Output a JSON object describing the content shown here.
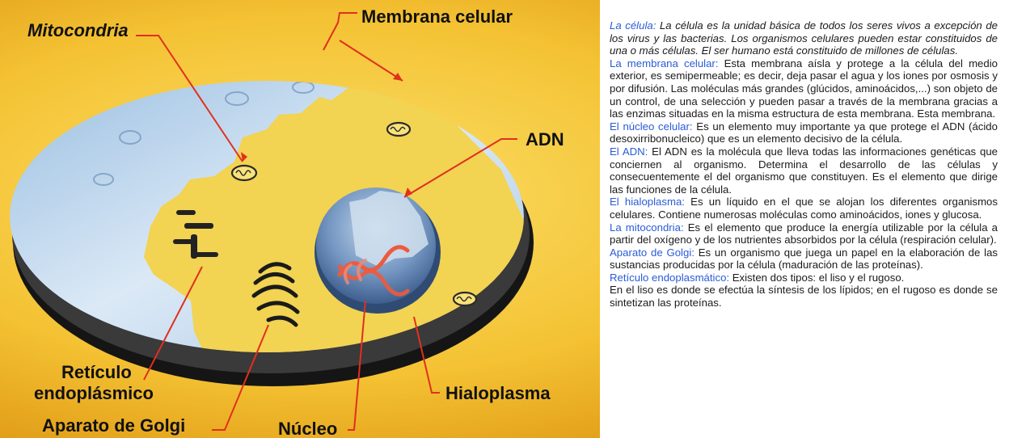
{
  "labels": {
    "mitocondria": "Mitocondria",
    "membrana_celular": "Membrana celular",
    "adn": "ADN",
    "reticulo_line1": "Retículo",
    "reticulo_line2": "endoplásmico",
    "aparato_golgi": "Aparato de Golgi",
    "nucleo": "Núcleo",
    "hialoplasma": "Hialoplasma"
  },
  "descriptions": [
    {
      "term": "La célula:",
      "text": " La célula es la unidad básica de todos los seres vivos a excepción de los virus y las bacterias. Los organismos celulares pueden estar constituidos de una o más células. El ser humano está constituido de millones de células."
    },
    {
      "term": "La membrana celular:",
      "text": " Esta membrana aísla y protege a la célula del medio exterior, es semipermeable; es decir, deja pasar el agua y los iones por osmosis y por difusión. Las moléculas más grandes (glúcidos, aminoácidos,...) son objeto de un control, de una selección y pueden pasar a través de la membrana gracias a las enzimas situadas en la misma estructura de esta membrana. Esta membrana."
    },
    {
      "term": "El núcleo celular:",
      "text": " Es un elemento muy importante ya que protege el ADN (ácido desoxirribonucleico) que es un elemento decisivo de la célula."
    },
    {
      "term": "El ADN:",
      "text": " El ADN es la molécula que lleva todas las informaciones genéticas que conciernen al organismo. Determina el desarrollo de las células y consecuentemente el del organismo que constituyen. Es el elemento que dirige las funciones de la célula."
    },
    {
      "term": "El hialoplasma:",
      "text": " Es un líquido en el que se alojan los diferentes organismos celulares. Contiene numerosas moléculas como aminoácidos, iones y glucosa."
    },
    {
      "term": "La mitocondria:",
      "text": " Es el elemento que produce la energía utilizable por la célula a partir del oxígeno y de los nutrientes absorbidos por la célula (respiración celular)."
    },
    {
      "term": "Aparato de Golgi:",
      "text": " Es un organismo que juega un papel en la elaboración de las sustancias producidas por la célula (maduración de las proteínas)."
    },
    {
      "term": "Retículo endoplasmático:",
      "text": " Existen dos tipos: el liso y el rugoso."
    },
    {
      "term": "",
      "text": "En el liso es donde se efectúa la síntesis de los lípidos; en el rugoso es donde se sintetizan las proteínas."
    }
  ],
  "colors": {
    "background_center": "#f7cf3a",
    "background_edge": "#e09a10",
    "cytoplasm": "#f3d456",
    "membrane_blue": "#b9d3ec",
    "cell_rim": "#1a1a1a",
    "nucleus": "#5f86b6",
    "dna": "#ec5a40",
    "leader_line": "#e0301e",
    "term_blue": "#2a5bd7"
  }
}
